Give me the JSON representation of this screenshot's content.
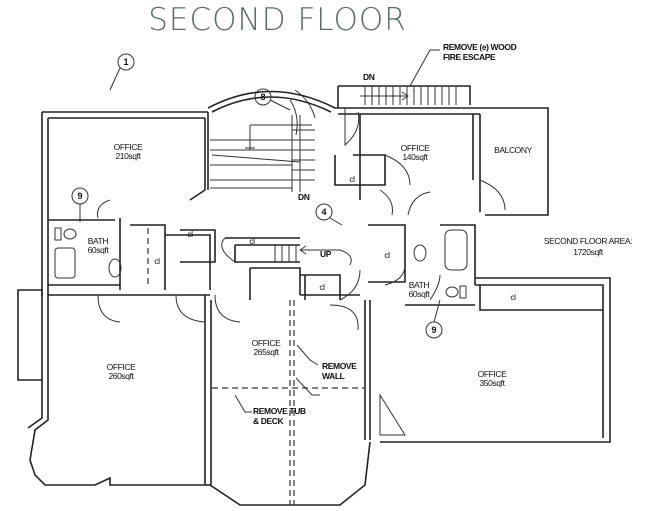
{
  "title": "SECOND FLOOR",
  "area": {
    "label": "SECOND FLOOR AREA:",
    "value": "1720sqft"
  },
  "rooms": [
    {
      "name": "OFFICE",
      "area": "210sqft"
    },
    {
      "name": "OFFICE",
      "area": "140sqft"
    },
    {
      "name": "BALCONY"
    },
    {
      "name": "BATH",
      "area": "60sqft"
    },
    {
      "name": "BATH",
      "area": "60sqft"
    },
    {
      "name": "OFFICE",
      "area": "265sqft"
    },
    {
      "name": "OFFICE",
      "area": "260sqft"
    },
    {
      "name": "OFFICE",
      "area": "350sqft"
    }
  ],
  "closet_label": "cl",
  "stairs": {
    "down": "DN",
    "up": "UP"
  },
  "notes": {
    "fire_escape_1": "REMOVE (e) WOOD",
    "fire_escape_2": "FIRE ESCAPE",
    "wall_1": "REMOVE",
    "wall_2": "WALL",
    "tub_1": "REMOVE TUB",
    "tub_2": "& DECK"
  },
  "callouts": [
    "1",
    "8",
    "4",
    "9",
    "9"
  ]
}
